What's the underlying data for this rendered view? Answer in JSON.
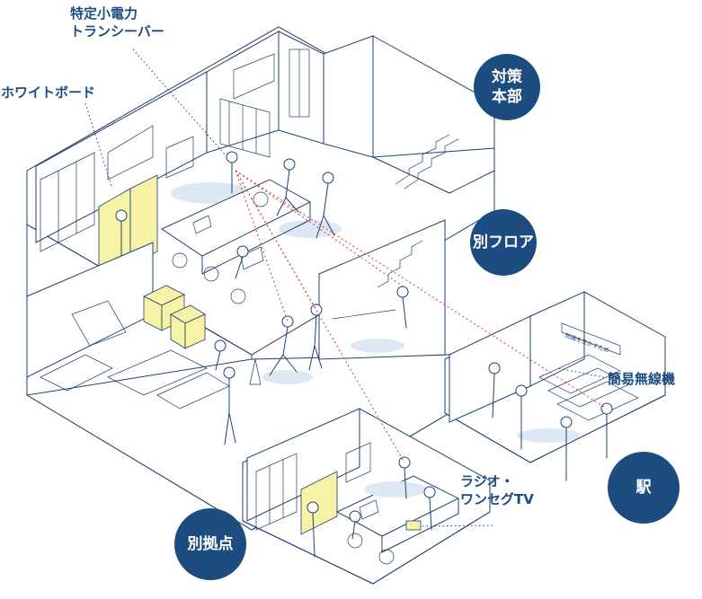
{
  "callouts": {
    "transceiver": "特定小電力\nトランシーバー",
    "whiteboard": "ホワイトボード",
    "simple_radio": "簡易無線機",
    "radio_tv": "ラジオ・\nワンセグTV"
  },
  "locations": {
    "hq": "対策\n本部",
    "other_floor": "別フロア",
    "station": "駅",
    "other_base": "別拠点"
  },
  "signs": {
    "station_sign": "知識を生かすため"
  },
  "colors": {
    "accent_navy": "#1c4c80",
    "line_navy": "#1f3f6b",
    "radio_link_red": "#d63b2f",
    "whiteboard_yellow": "#f7f3a6",
    "floor_shadow_blue": "#dde8f4"
  }
}
